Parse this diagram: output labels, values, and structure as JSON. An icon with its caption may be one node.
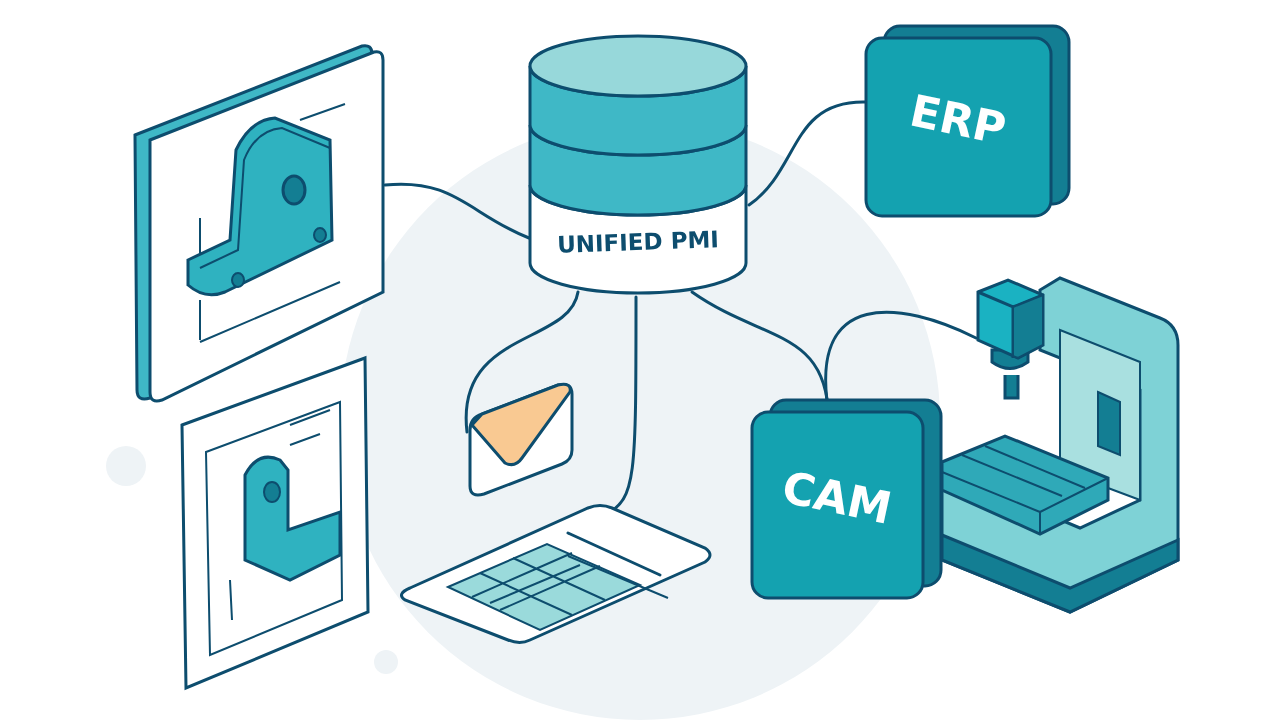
{
  "diagram": {
    "nodes": [
      {
        "text": [
          "UNIFIED PMI"
        ]
      },
      {
        "text": [],
        "shape": "picture"
      },
      {
        "text": [
          "ERP"
        ]
      },
      {
        "text": [
          "CAM"
        ]
      },
      {
        "text": [],
        "shape": "picture"
      },
      {
        "text": [],
        "shape": "picture"
      },
      {
        "text": [],
        "shape": "picture"
      },
      {
        "text": [],
        "shape": "picture"
      }
    ],
    "edges": [
      {
        "from": 0,
        "to": 1,
        "arrow": "none"
      },
      {
        "from": 0,
        "to": 2,
        "arrow": "none"
      },
      {
        "from": 0,
        "to": 3,
        "arrow": "none"
      },
      {
        "from": 3,
        "to": 4,
        "arrow": "none"
      },
      {
        "from": 0,
        "to": 5,
        "arrow": "none"
      },
      {
        "from": 0,
        "to": 6,
        "arrow": "none"
      }
    ]
  }
}
